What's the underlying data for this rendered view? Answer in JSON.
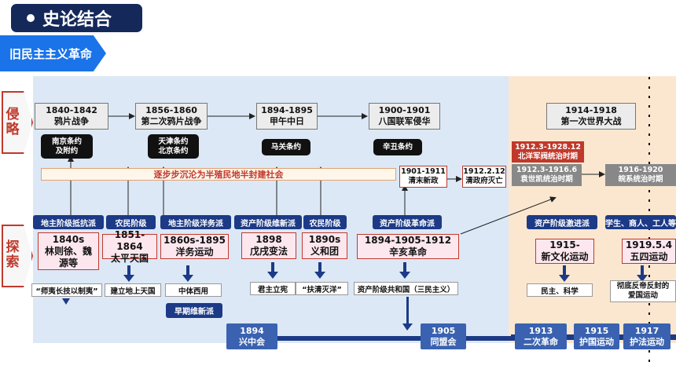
{
  "header": {
    "title": "史论结合",
    "banner": "旧民主主义革命"
  },
  "side": {
    "invasion": "侵略",
    "explore": "探索"
  },
  "invasions": [
    {
      "year": "1840-1842",
      "name": "鸦片战争"
    },
    {
      "year": "1856-1860",
      "name": "第二次鸦片战争"
    },
    {
      "year": "1894-1895",
      "name": "甲午中日"
    },
    {
      "year": "1900-1901",
      "name": "八国联军侵华"
    },
    {
      "year": "1914-1918",
      "name": "第一次世界大战"
    }
  ],
  "treaties": [
    {
      "l1": "南京条约",
      "l2": "及附约"
    },
    {
      "l1": "天津条约",
      "l2": "北京条约"
    },
    {
      "l1": "马关条约",
      "l2": ""
    },
    {
      "l1": "辛丑条约",
      "l2": ""
    }
  ],
  "band": "逐步步沉沦为半殖民地半封建社会",
  "mid_boxes": [
    {
      "l1": "1901-1911",
      "l2": "清末新政"
    },
    {
      "l1": "1912.2.12",
      "l2": "清政府灭亡"
    }
  ],
  "beiyang": {
    "l1": "1912.3-1928.12",
    "l2": "北洋军阀统治时期"
  },
  "periods": [
    {
      "l1": "1912.3-1916.6",
      "l2": "袁世凯统治时期"
    },
    {
      "l1": "1916-1920",
      "l2": "皖系统治时期"
    }
  ],
  "classes": [
    "地主阶级抵抗派",
    "农民阶级",
    "地主阶级洋务派",
    "资产阶级维新派",
    "农民阶级",
    "资产阶级革命派",
    "资产阶级激进派",
    "学生、商人、工人等"
  ],
  "movements": [
    {
      "l1": "1840s",
      "l2": "林则徐、魏",
      "l3": "源等"
    },
    {
      "l1": "1851-1864",
      "l2": "太平天国",
      "l3": ""
    },
    {
      "l1": "1860s-1895",
      "l2": "洋务运动",
      "l3": ""
    },
    {
      "l1": "1898",
      "l2": "戊戌变法",
      "l3": ""
    },
    {
      "l1": "1890s",
      "l2": "义和团",
      "l3": ""
    },
    {
      "l1": "1894-1905-1912",
      "l2": "辛亥革命",
      "l3": ""
    },
    {
      "l1": "1915-",
      "l2": "新文化运动",
      "l3": ""
    },
    {
      "l1": "1919.5.4",
      "l2": "五四运动",
      "l3": ""
    }
  ],
  "results": [
    "“师夷长技以制夷”",
    "建立地上天国",
    "中体西用",
    "君主立宪",
    "“扶清灭洋”",
    "资产阶级共和国（三民主义）",
    "民主、科学",
    "彻底反帝反封的",
    "爱国运动"
  ],
  "early_reform": "早期维新派",
  "bottom": [
    {
      "year": "1894",
      "name": "兴中会"
    },
    {
      "year": "1905",
      "name": "同盟会"
    },
    {
      "year": "1913",
      "name": "二次革命"
    },
    {
      "year": "1915",
      "name": "护国运动"
    },
    {
      "year": "1917",
      "name": "护法运动"
    }
  ]
}
